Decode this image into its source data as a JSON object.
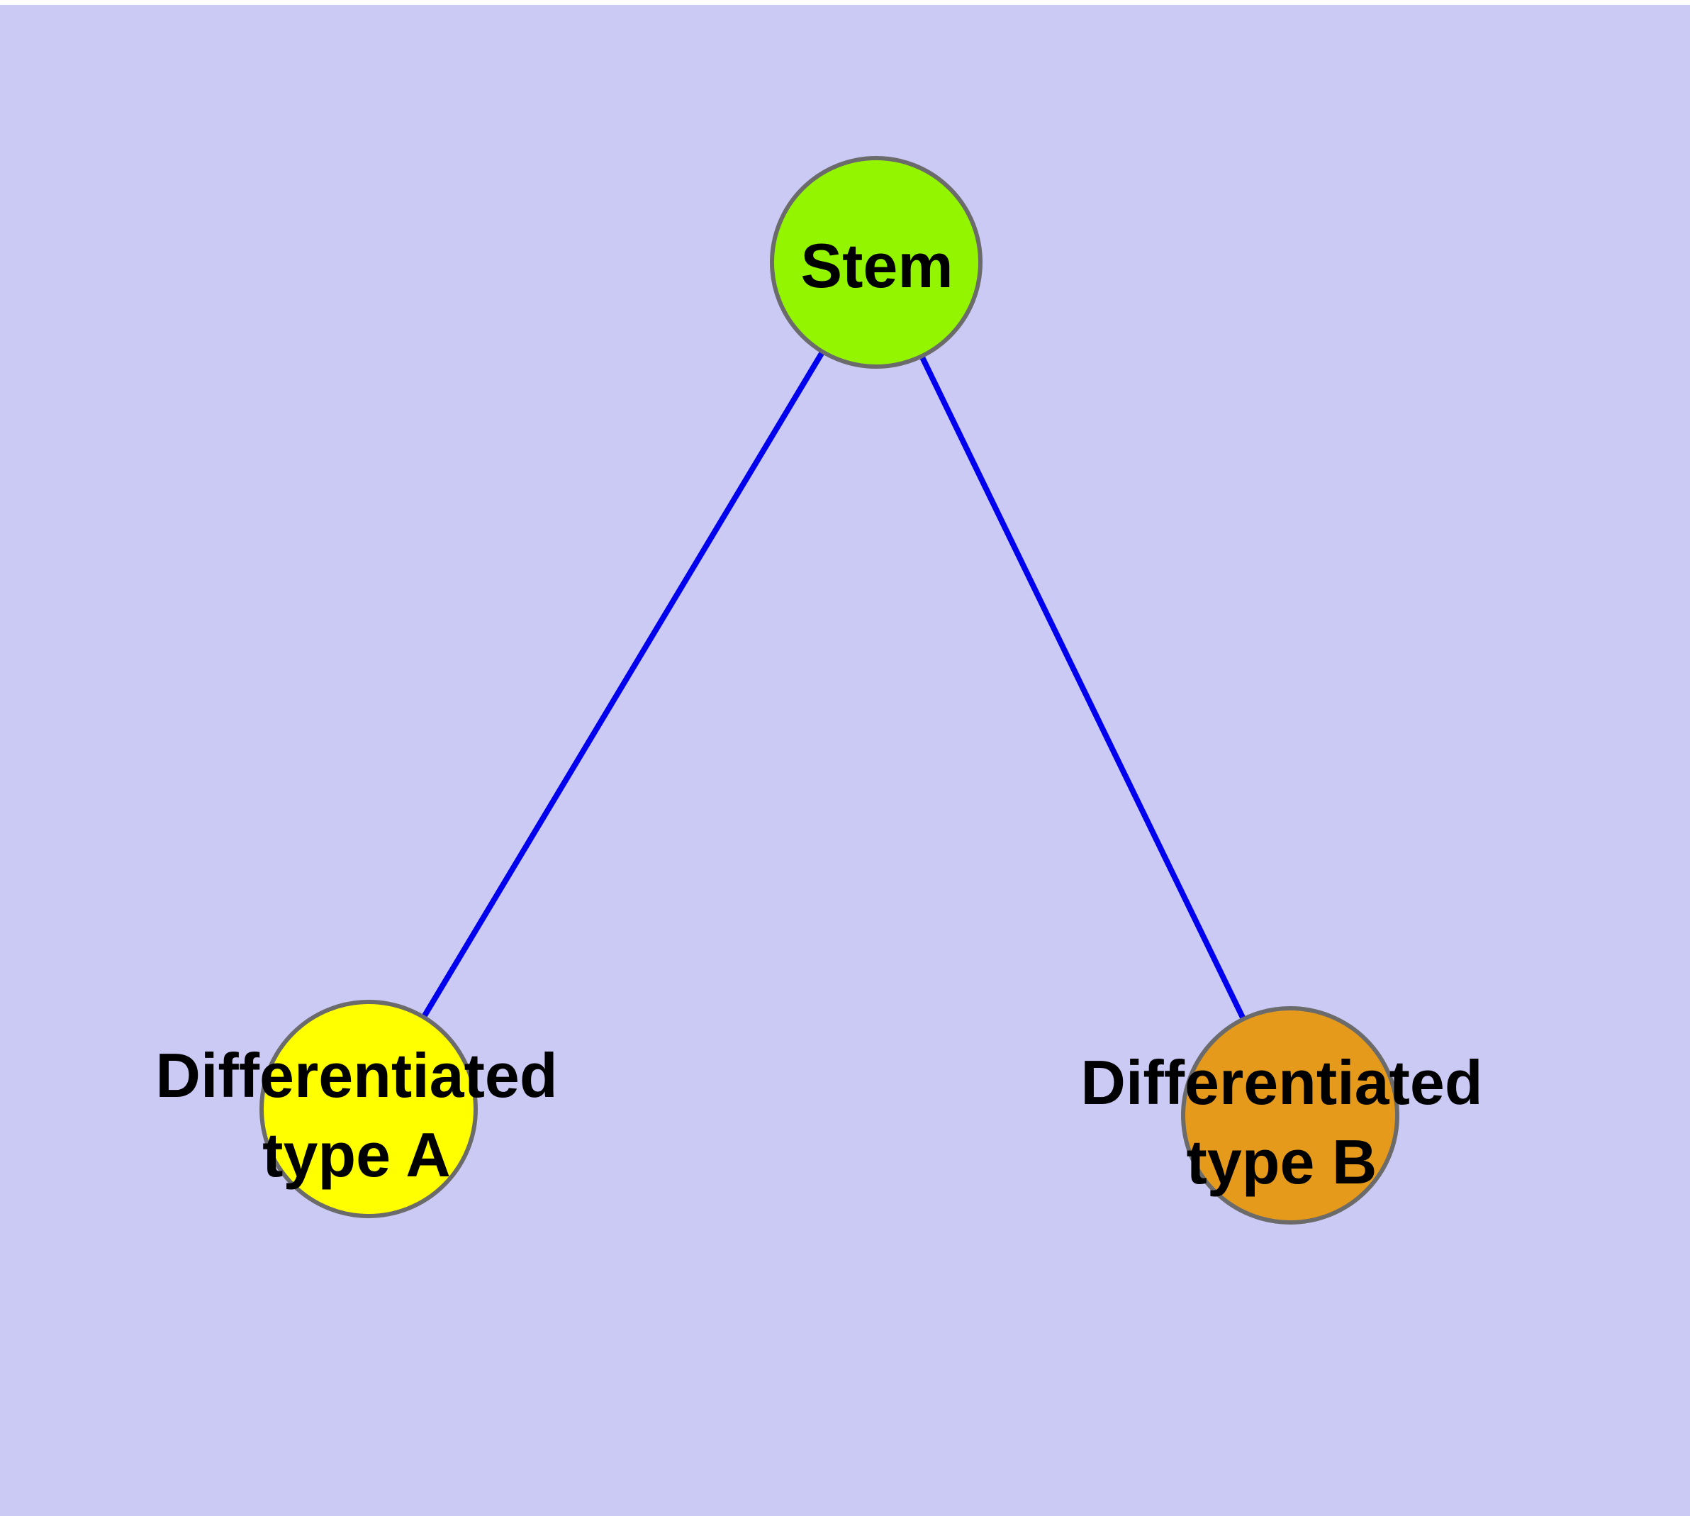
{
  "canvas": {
    "background_color": "#CACAF5",
    "top_margin_color": "#FFFFFF"
  },
  "style": {
    "node_border_color": "#6B6B6B",
    "edge_color": "#0000EE",
    "label_color": "#000000"
  },
  "nodes": [
    {
      "id": "stem",
      "label": "Stem",
      "line1": "Stem",
      "line2": "",
      "color": "#94F500"
    },
    {
      "id": "differentiated-type-a",
      "label": "Differentiated type A",
      "line1": "Differentiated",
      "line2": "type A",
      "color": "#FFFF00"
    },
    {
      "id": "differentiated-type-b",
      "label": "Differentiated type B",
      "line1": "Differentiated",
      "line2": "type B",
      "color": "#E69A1C"
    }
  ],
  "edges": [
    {
      "from": "Stem",
      "to": "Differentiated type A"
    },
    {
      "from": "Stem",
      "to": "Differentiated type B"
    }
  ]
}
